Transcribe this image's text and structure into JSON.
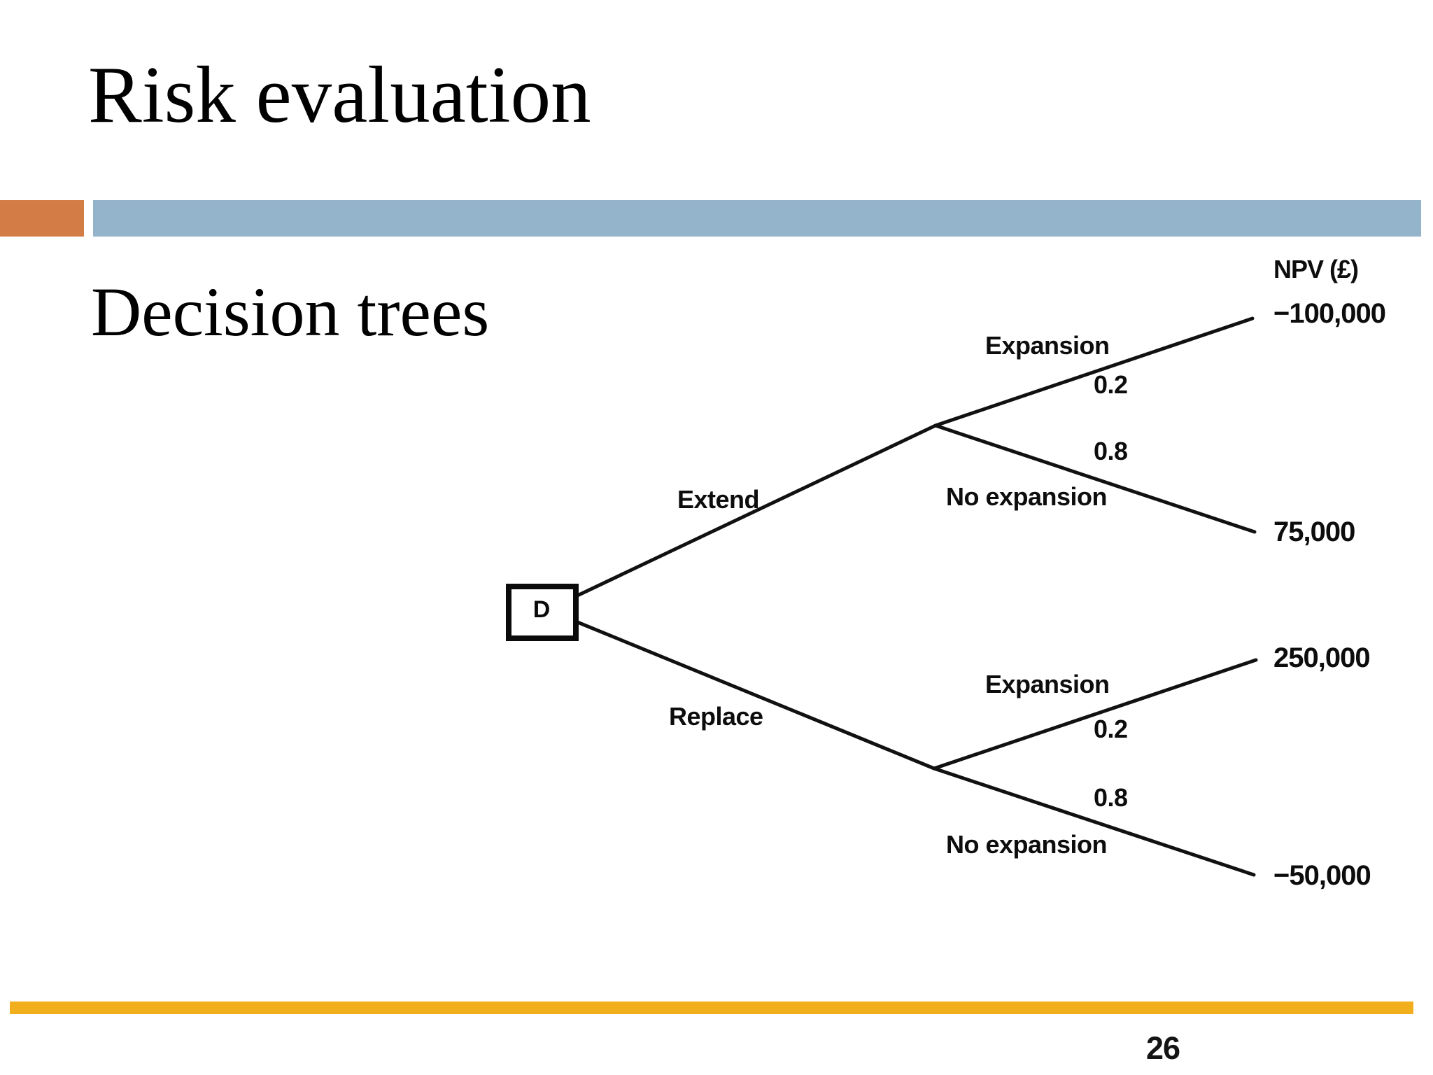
{
  "slide": {
    "title": "Risk evaluation",
    "subtitle": "Decision trees",
    "page_number": "26"
  },
  "colors": {
    "accent_orange": "#d47c45",
    "accent_blue": "#94b4cb",
    "accent_gold": "#f2af1d",
    "diagram_ink": "#111111"
  },
  "tree": {
    "npv_header": "NPV (£)",
    "decision_node": "D",
    "branches": [
      {
        "label": "Extend",
        "outcomes": [
          {
            "label": "Expansion",
            "probability": "0.2",
            "npv": "−100,000"
          },
          {
            "label": "No expansion",
            "probability": "0.8",
            "npv": "75,000"
          }
        ]
      },
      {
        "label": "Replace",
        "outcomes": [
          {
            "label": "Expansion",
            "probability": "0.2",
            "npv": "250,000"
          },
          {
            "label": "No expansion",
            "probability": "0.8",
            "npv": "−50,000"
          }
        ]
      }
    ]
  }
}
